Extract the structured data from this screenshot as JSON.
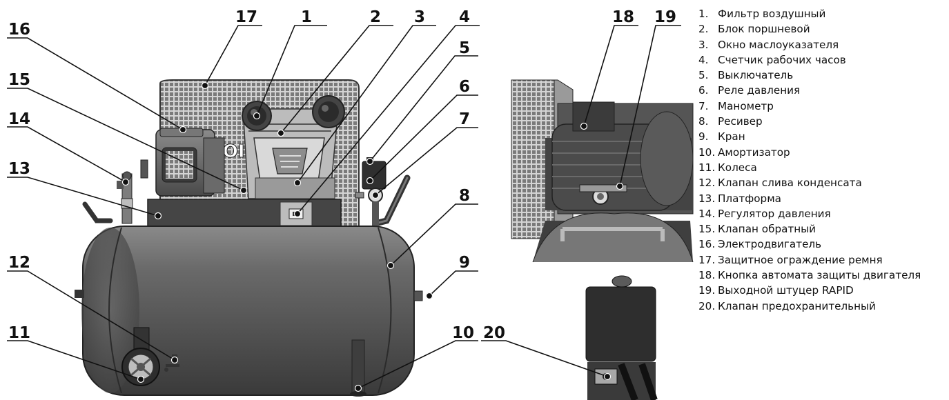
{
  "callouts": [
    {
      "num": "1"
    },
    {
      "num": "2"
    },
    {
      "num": "3"
    },
    {
      "num": "4"
    },
    {
      "num": "5"
    },
    {
      "num": "6"
    },
    {
      "num": "7"
    },
    {
      "num": "8"
    },
    {
      "num": "9"
    },
    {
      "num": "10"
    },
    {
      "num": "11"
    },
    {
      "num": "12"
    },
    {
      "num": "13"
    },
    {
      "num": "14"
    },
    {
      "num": "15"
    },
    {
      "num": "16"
    },
    {
      "num": "17"
    },
    {
      "num": "18"
    },
    {
      "num": "19"
    },
    {
      "num": "20"
    }
  ],
  "brand_text": "TOIR",
  "legend": [
    {
      "n": "1.",
      "text": "Фильтр воздушный"
    },
    {
      "n": "2.",
      "text": "Блок поршневой"
    },
    {
      "n": "3.",
      "text": "Окно маслоуказателя"
    },
    {
      "n": "4.",
      "text": "Счетчик рабочих часов"
    },
    {
      "n": "5.",
      "text": "Выключатель"
    },
    {
      "n": "6.",
      "text": "Реле давления"
    },
    {
      "n": "7.",
      "text": "Манометр"
    },
    {
      "n": "8.",
      "text": "Ресивер"
    },
    {
      "n": "9.",
      "text": "Кран"
    },
    {
      "n": "10.",
      "text": "Амортизатор"
    },
    {
      "n": "11.",
      "text": "Колеса"
    },
    {
      "n": "12.",
      "text": "Клапан слива конденсата"
    },
    {
      "n": "13.",
      "text": "Платформа"
    },
    {
      "n": "14.",
      "text": "Регулятор давления"
    },
    {
      "n": "15.",
      "text": "Клапан обратный"
    },
    {
      "n": "16.",
      "text": "Электродвигатель"
    },
    {
      "n": "17.",
      "text": "Защитное ограждение ремня"
    },
    {
      "n": "18.",
      "text": "Кнопка автомата защиты двигателя"
    },
    {
      "n": "19.",
      "text": "Выходной штуцер RAPID"
    },
    {
      "n": "20.",
      "text": "Клапан предохранительный"
    }
  ]
}
